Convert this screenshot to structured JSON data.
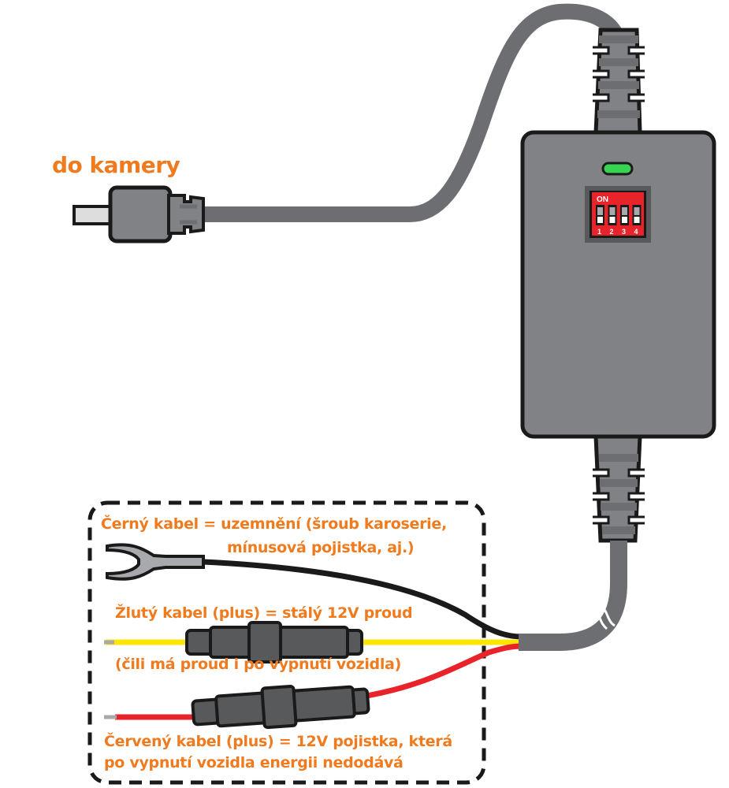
{
  "labels": {
    "camera": "do kamery",
    "black_cable_line1": "Černý kabel = uzemnění (šroub karoserie,",
    "black_cable_line2": "mínusová pojistka, aj.)",
    "yellow_cable_line1": "Žlutý kabel (plus) = stálý 12V proud",
    "yellow_cable_line2": "(čili má proud i po vypnutí vozidla)",
    "red_cable_line1": "Červený kabel (plus) = 12V pojistka, která",
    "red_cable_line2": "po vypnutí vozidla energii nedodává"
  },
  "dip_switch": {
    "on_label": "ON",
    "switches": [
      "1",
      "2",
      "3",
      "4"
    ]
  },
  "colors": {
    "label_orange": "#f07a1e",
    "cable_gray": "#6d6e71",
    "box_gray": "#808285",
    "led_green": "#39d353",
    "dip_red": "#e8232a",
    "wire_black": "#1a1a1a",
    "wire_yellow": "#ffe600",
    "wire_red": "#e8232a"
  }
}
